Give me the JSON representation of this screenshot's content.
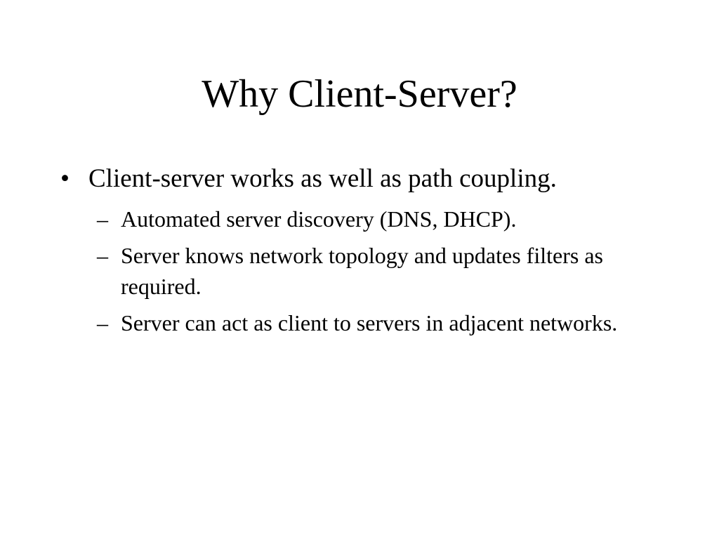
{
  "slide": {
    "title": "Why Client-Server?",
    "bullets": [
      {
        "mark": "•",
        "text": "Client-server works as well as path coupling.",
        "sub_items": [
          {
            "mark": "–",
            "text": "Automated server discovery (DNS, DHCP)."
          },
          {
            "mark": "–",
            "text": "Server knows network topology and updates filters as required."
          },
          {
            "mark": "–",
            "text": "Server can act as client to servers in adjacent networks."
          }
        ]
      }
    ]
  }
}
